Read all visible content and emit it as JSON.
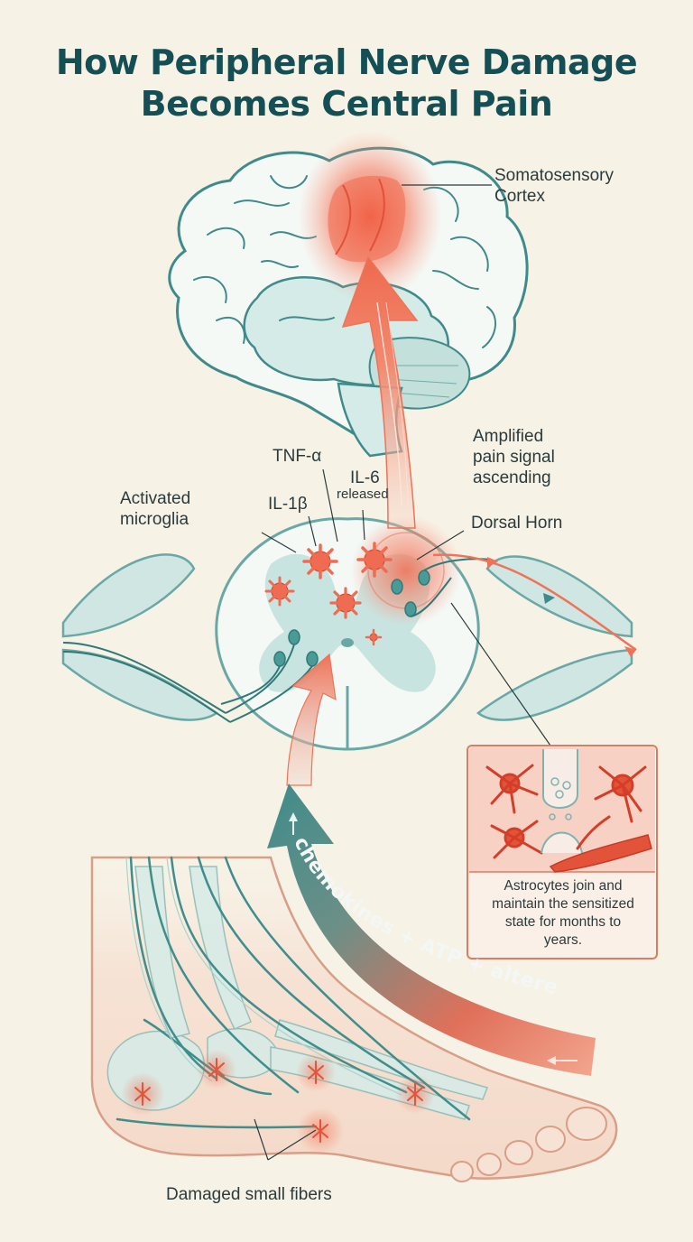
{
  "title": {
    "line1": "How Peripheral Nerve Damage",
    "line2": "Becomes Central Pain"
  },
  "labels": {
    "cortex": [
      "Somatosensory",
      "Cortex"
    ],
    "amplified": [
      "Amplified",
      "pain signal",
      "ascending"
    ],
    "tnf": "TNF-α",
    "il6": "IL-6",
    "released": "released",
    "il1b": "IL-1β",
    "microglia": [
      "Activated",
      "microglia"
    ],
    "dorsal_horn": "Dorsal Horn",
    "damaged_fibers": "Damaged small fibers",
    "pathway": "chemokines + ATP + altered firing"
  },
  "inset": {
    "caption": [
      "Astrocytes join and",
      "maintain the sensitized",
      "state for months to",
      "years."
    ]
  },
  "colors": {
    "title": "#134f55",
    "teal": "#7bb9b8",
    "teal_light": "#cfe6e3",
    "coral": "#ee7a62",
    "background": "#f7f2e6"
  }
}
